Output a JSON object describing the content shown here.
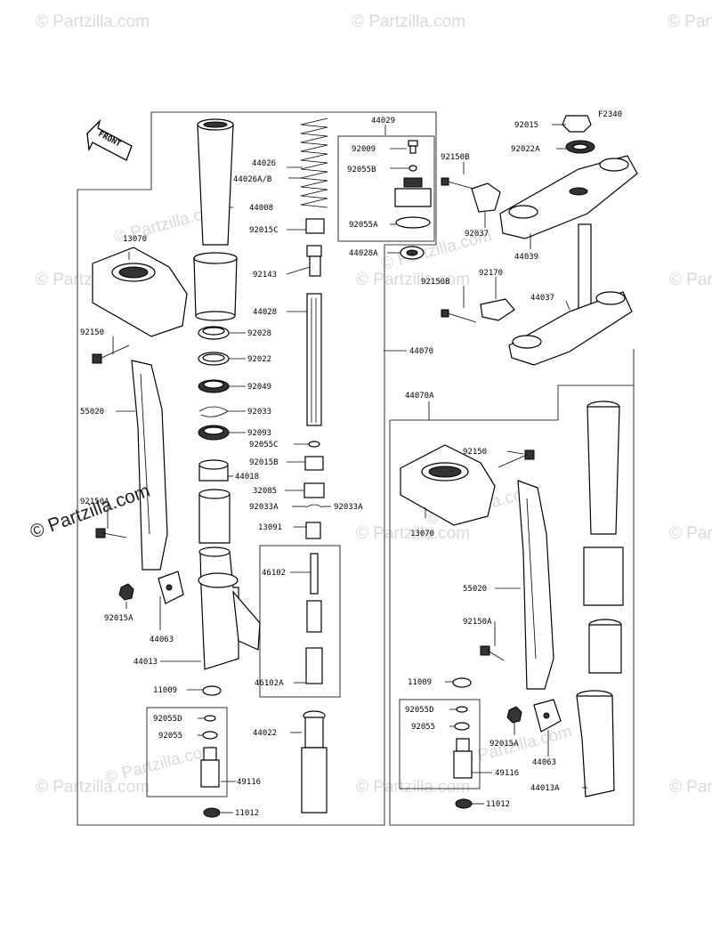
{
  "diagram": {
    "figure_code": "F2340",
    "front_label": "FRONT",
    "watermark_main": "© Partzilla.com",
    "watermark_tile": "© Partzilla.com",
    "labels": {
      "l_44029": "44029",
      "l_92009": "92009",
      "l_92055B": "92055B",
      "l_92055A_top": "92055A",
      "l_44028A": "44028A",
      "l_44026": "44026",
      "l_44026AB": "44026A/B",
      "l_44008": "44008",
      "l_92015C": "92015C",
      "l_92143": "92143",
      "l_44028": "44028",
      "l_92028": "92028",
      "l_92022": "92022",
      "l_92049": "92049",
      "l_92033": "92033",
      "l_92093": "92093",
      "l_92055C": "92055C",
      "l_92015B": "92015B",
      "l_44018": "44018",
      "l_32085": "32085",
      "l_92033A_l": "92033A",
      "l_92033A_r": "92033A",
      "l_13091": "13091",
      "l_46102": "46102",
      "l_46102A": "46102A",
      "l_44022": "44022",
      "l_13070_l": "13070",
      "l_92150_l": "92150",
      "l_55020_l": "55020",
      "l_92150A_l": "92150A",
      "l_92015A_l": "92015A",
      "l_44063_l": "44063",
      "l_44013": "44013",
      "l_11009_l": "11009",
      "l_92055D_l": "92055D",
      "l_92055_l": "92055",
      "l_49116_l": "49116",
      "l_11012_l": "11012",
      "l_92015": "92015",
      "l_92022A": "92022A",
      "l_92150B_1": "92150B",
      "l_92037": "92037",
      "l_44039": "44039",
      "l_92150B_2": "92150B",
      "l_92170": "92170",
      "l_44037": "44037",
      "l_44070": "44070",
      "l_44070A": "44070A",
      "l_92150_r": "92150",
      "l_13070_r": "13070",
      "l_55020_r": "55020",
      "l_92150A_r": "92150A",
      "l_11009_r": "11009",
      "l_92055D_r": "92055D",
      "l_92055_r": "92055",
      "l_49116_r": "49116",
      "l_92015A_r": "92015A",
      "l_44063_r": "44063",
      "l_44013A": "44013A",
      "l_11012_r": "11012"
    }
  }
}
